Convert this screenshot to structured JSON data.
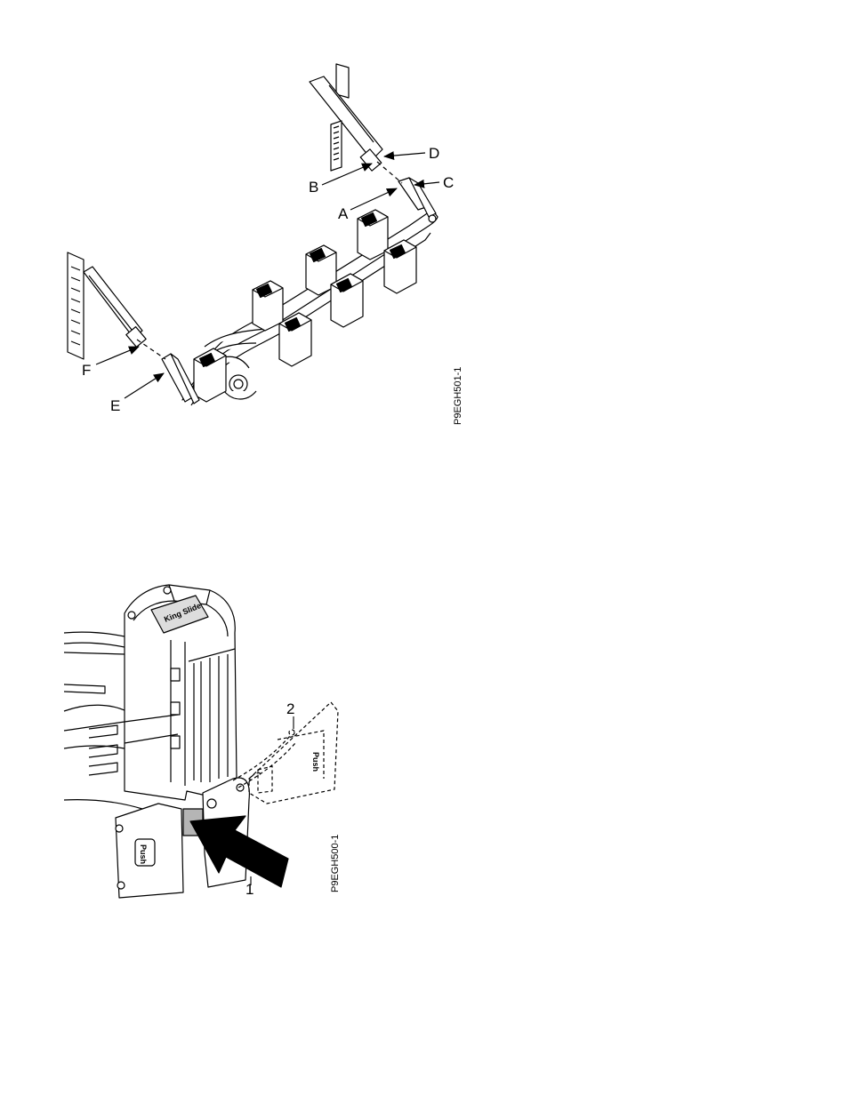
{
  "figure1": {
    "id": "P9EGH501-1",
    "callouts": [
      "A",
      "B",
      "C",
      "D",
      "E",
      "F"
    ]
  },
  "figure2": {
    "id": "P9EGH500-1",
    "callouts": [
      "1",
      "2"
    ],
    "brand_text": "King Slide",
    "tab_label": "Push"
  }
}
